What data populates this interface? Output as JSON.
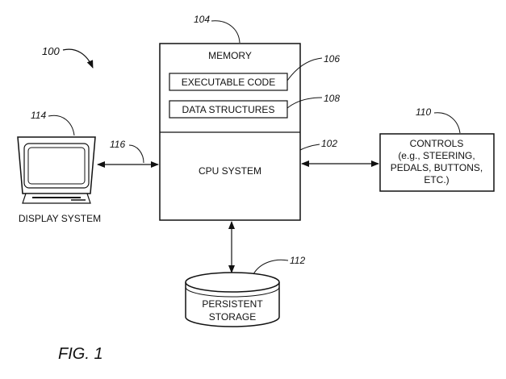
{
  "figure": {
    "label": "FIG. 1",
    "system_ref": "100"
  },
  "memory": {
    "ref": "104",
    "title": "MEMORY",
    "executable_code": {
      "ref": "106",
      "label": "EXECUTABLE CODE"
    },
    "data_structures": {
      "ref": "108",
      "label": "DATA STRUCTURES"
    }
  },
  "cpu": {
    "ref": "102",
    "label": "CPU SYSTEM"
  },
  "display": {
    "ref": "114",
    "label": "DISPLAY SYSTEM",
    "link_ref": "116"
  },
  "controls": {
    "ref": "110",
    "title": "CONTROLS",
    "lines": [
      "(e.g., STEERING,",
      "PEDALS, BUTTONS,",
      "ETC.)"
    ]
  },
  "storage": {
    "ref": "112",
    "lines": [
      "PERSISTENT",
      "STORAGE"
    ]
  }
}
